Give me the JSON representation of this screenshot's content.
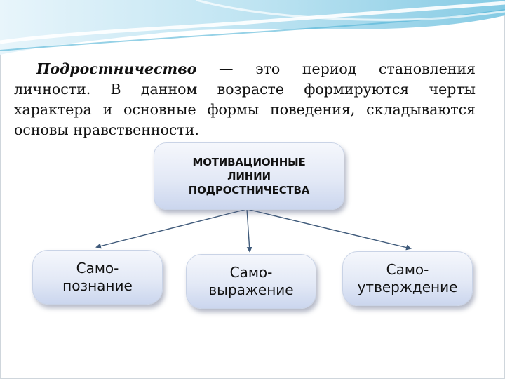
{
  "paragraph": {
    "term": "Подростничество",
    "rest": " — это период становления личности. В данном возрасте формируются черты характера и основные формы поведения, складываются основы нравственности."
  },
  "diagram": {
    "root": "МОТИВАЦИОННЫЕ\nЛИНИИ\nПОДРОСТНИЧЕСТВА",
    "children": [
      "Само-\nпознание",
      "Само-\nвыражение",
      "Само-\nутверждение"
    ]
  },
  "colors": {
    "arrow": "#3f5a7a",
    "node_border": "#c9d3e6",
    "band_light": "#dff1f8",
    "band_mid": "#9fd6ea",
    "band_dark": "#4fb3d6"
  }
}
